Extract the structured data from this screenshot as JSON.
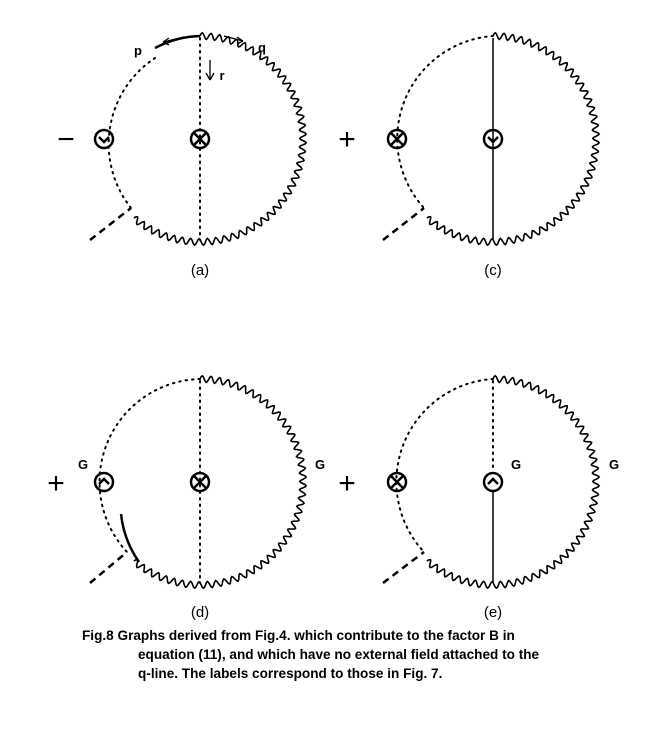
{
  "panels": [
    {
      "id": "a",
      "label": "(a)",
      "sign": "−"
    },
    {
      "id": "c",
      "label": "(c)",
      "sign": "+"
    },
    {
      "id": "d",
      "label": "(d)",
      "sign": "+"
    },
    {
      "id": "e",
      "label": "(e)",
      "sign": "+"
    }
  ],
  "annotations": {
    "p": "p",
    "q": "q",
    "r": "r",
    "G": "G"
  },
  "caption": {
    "line1": "Fig.8  Graphs derived from Fig.4. which contribute to the factor B in",
    "line2": "equation (11), and which have no external field attached to the",
    "line3": "q-line. The labels correspond to those in Fig. 7."
  }
}
